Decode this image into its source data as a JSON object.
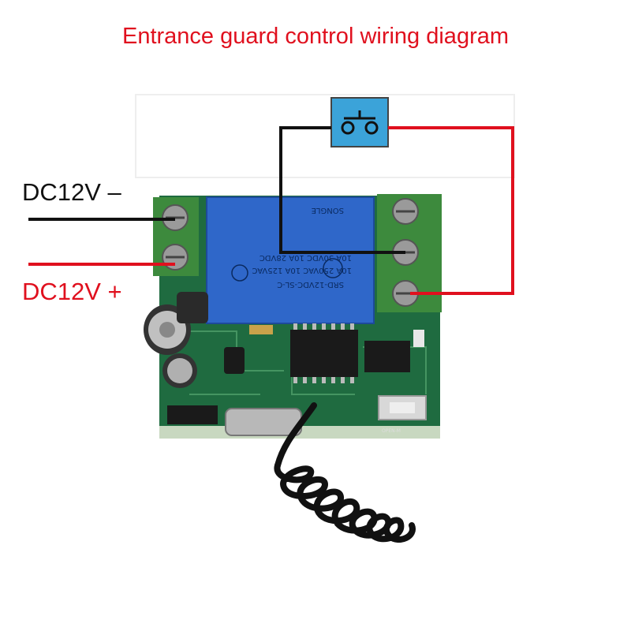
{
  "title": "Entrance guard control wiring diagram",
  "labels": {
    "dc_negative": "DC12V –",
    "dc_positive": "DC12V +"
  },
  "relay": {
    "model": "SRD-12VDC-SL-C",
    "rating_1": "10A 250VAC  10A 125VAC",
    "rating_2": "10A 30VDC  10A 28VDC",
    "brand": "SONGLE"
  },
  "board": {
    "button_marking": "OPEN-M"
  },
  "colors": {
    "title": "#e0101e",
    "wire_positive": "#e0101e",
    "wire_negative": "#111111",
    "pcb": "#1f6b40",
    "relay": "#2f67c9",
    "terminal": "#3d8a3d",
    "switch_box": "#3ba3d9"
  },
  "icons": {
    "switch": "push-button-switch-icon"
  }
}
